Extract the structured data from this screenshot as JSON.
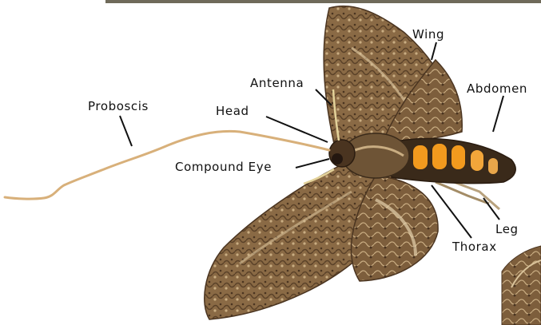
{
  "labels": {
    "wing": "Wing",
    "abdomen": "Abdomen",
    "antenna": "Antenna",
    "proboscis": "Proboscis",
    "head": "Head",
    "compound_eye": "Compound Eye",
    "leg": "Leg",
    "thorax": "Thorax"
  },
  "colors": {
    "background": "#ffffff",
    "wing_brown": "#8a6a45",
    "wing_dark": "#5a4128",
    "wing_light": "#c9ad82",
    "body_dark": "#3a2a1a",
    "abdomen_orange": "#f29a1e",
    "proboscis": "#d8b07a",
    "leader_line": "#111111"
  }
}
